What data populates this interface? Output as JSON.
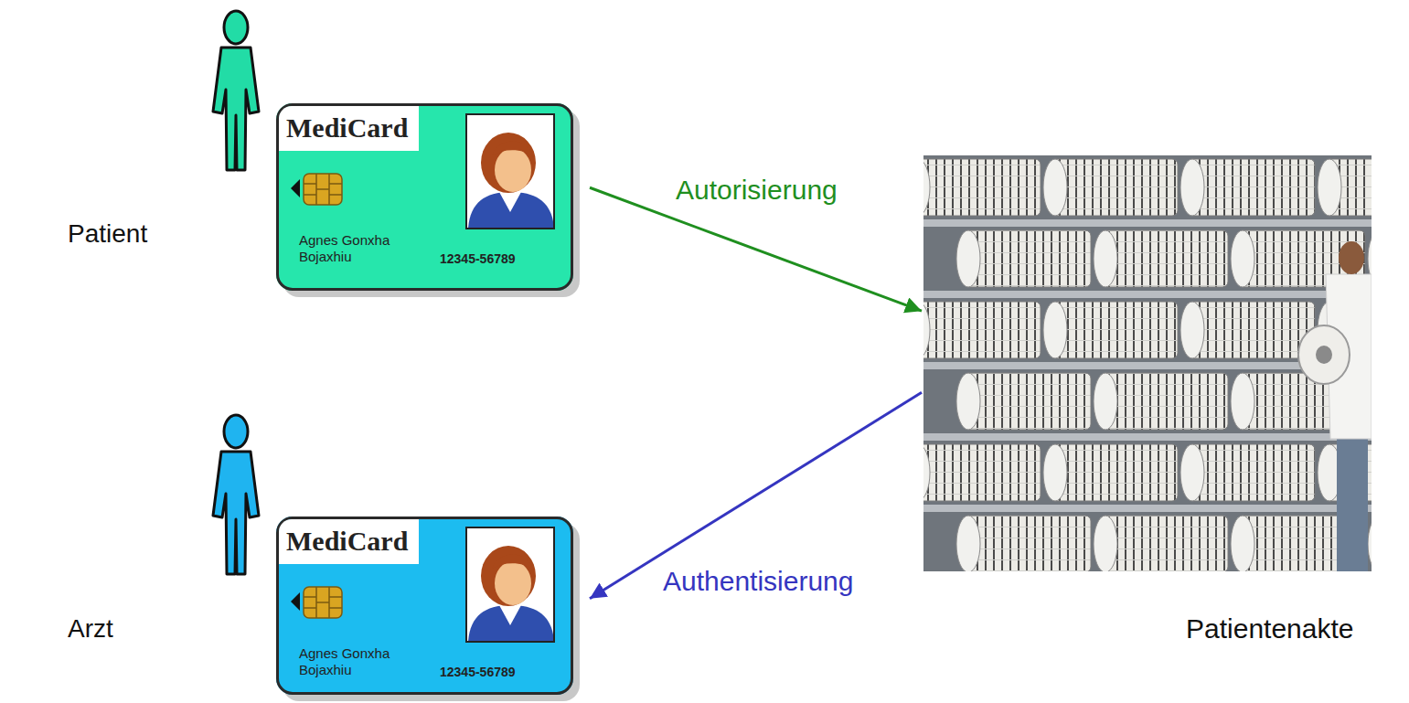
{
  "diagram": {
    "nodes": [
      {
        "text": [
          "MediCard",
          "Agnes Gonxha Bojaxhiu",
          "12345-56789"
        ]
      },
      {
        "text": [
          "Patientenakte"
        ]
      },
      {
        "text": [
          "MediCard",
          "Agnes Gonxha Bojaxhiu",
          "12345-56789"
        ]
      }
    ],
    "edges": [
      {
        "from": 0,
        "to": 1,
        "arrow": "to",
        "label": "Autorisierung"
      },
      {
        "from": 1,
        "to": 2,
        "arrow": "to",
        "label": "Authentisierung"
      }
    ],
    "labels": [
      "Patient",
      "Arzt"
    ]
  }
}
